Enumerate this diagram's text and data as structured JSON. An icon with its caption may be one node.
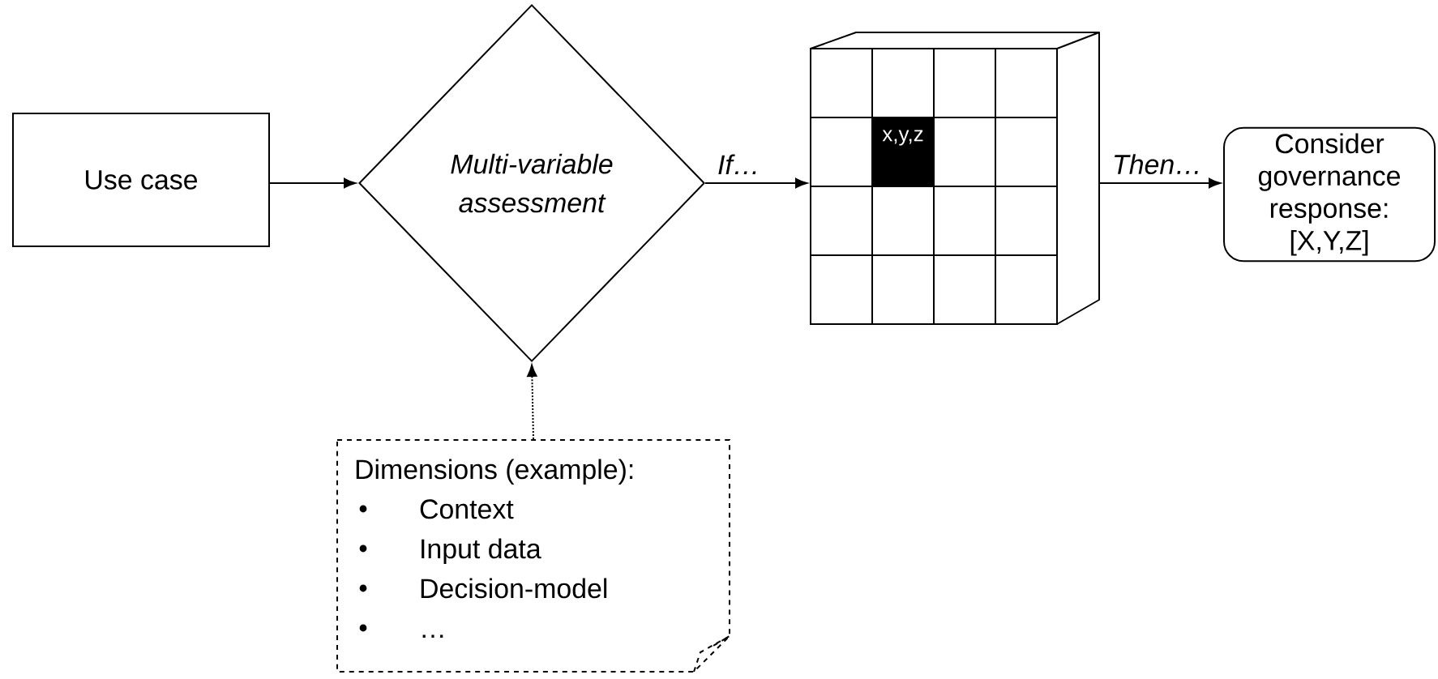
{
  "diagram": {
    "nodes": [
      {
        "text": [
          "Use case"
        ]
      },
      {
        "text": [
          "Multi-variable assessment"
        ]
      },
      {
        "text": [
          "x,y,z"
        ]
      },
      {
        "text": [
          "Consider governance response: [X,Y,Z]"
        ]
      },
      {
        "text": [
          "Dimensions (example):",
          "Context",
          "Input data",
          "Decision-model",
          "…"
        ]
      }
    ],
    "edges": [
      {
        "from": 0,
        "to": 1,
        "arrow": "to"
      },
      {
        "from": 1,
        "to": 2,
        "arrow": "to",
        "label": "If…"
      },
      {
        "from": 2,
        "to": 3,
        "arrow": "to",
        "label": "Then…"
      },
      {
        "from": 4,
        "to": 1,
        "arrow": "to",
        "style": "dashed"
      }
    ]
  }
}
